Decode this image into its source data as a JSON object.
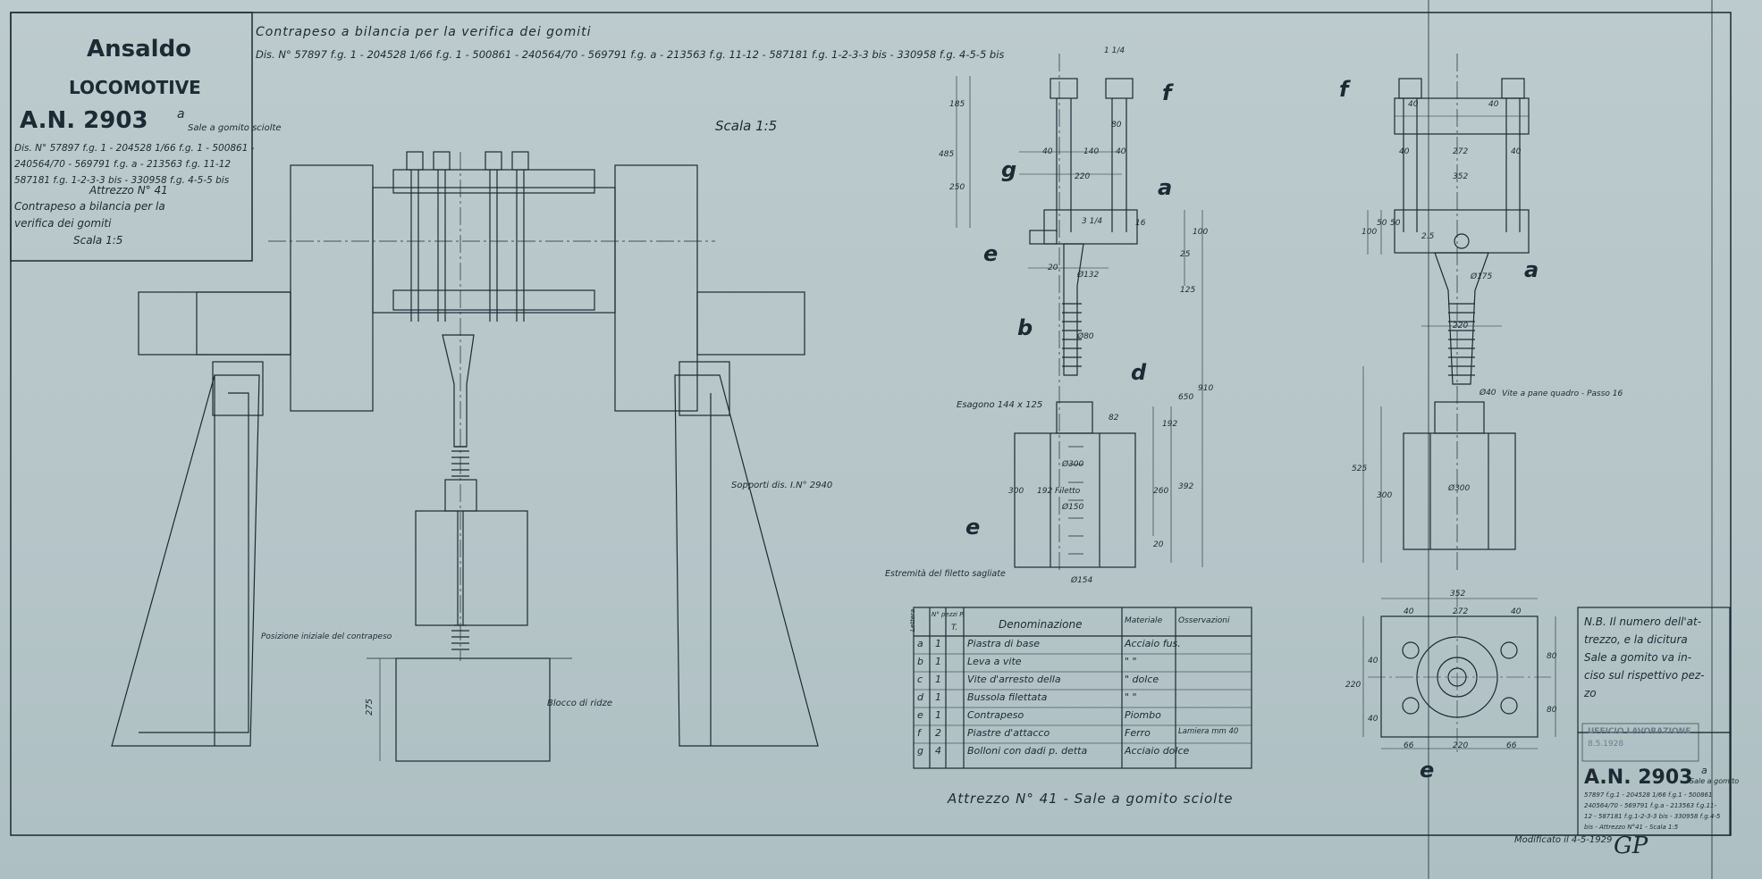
{
  "title_block": {
    "company": "Ansaldo",
    "product": "LOCOMOTIVE",
    "drawing_number": "A.N. 2903",
    "drawing_suffix": "a",
    "drawing_note": "Sale a gomito sciolte",
    "refs_line1": "Dis. N° 57897 f.g. 1 - 204528 1/66 f.g. 1 - 500861 -",
    "refs_line2": "240564/70 - 569791 f.g. a - 213563 f.g. 11-12",
    "refs_line3": "587181 f.g. 1-2-3-3 bis - 330958 f.g. 4-5-5 bis",
    "tool": "Attrezzo N° 41",
    "desc_line1": "Contrapeso a bilancia per la",
    "desc_line2": "verifica dei gomiti",
    "scale": "Scala 1:5"
  },
  "header": {
    "title": "Contrapeso a bilancia per la verifica dei gomiti",
    "refs": "Dis. N° 57897 f.g. 1 - 204528 1/66 f.g. 1 - 500861 - 240564/70 - 569791 f.g. a - 213563 f.g. 11-12 - 587181 f.g. 1-2-3-3 bis - 330958 f.g. 4-5-5 bis"
  },
  "main_scale": "Scala 1:5",
  "annotations": {
    "supports": "Sopporti dis. I.N° 2940",
    "initial_position": "Posizione iniziale del contrapeso",
    "block": "Blocco di ridze",
    "hexagon": "Esagono 144 x 125",
    "thread_end": "Estremità del filetto sagliate",
    "square_thread": "Vite a pane quadro - Passo 16",
    "dim_275": "275"
  },
  "side_view": {
    "labels": [
      "f",
      "g",
      "a",
      "e",
      "b",
      "d",
      "e"
    ],
    "dims": [
      "1 1/4",
      "185",
      "485",
      "250",
      "40",
      "140",
      "40",
      "220",
      "80",
      "3 1/4",
      "16",
      "25",
      "100",
      "20",
      "Ø132",
      "125",
      "Ø80",
      "910",
      "650",
      "82",
      "192",
      "392",
      "Ø300",
      "260",
      "300",
      "20",
      "Ø150",
      "Ø154",
      "192 Filetto"
    ]
  },
  "front_view": {
    "labels": [
      "f",
      "a",
      "e"
    ],
    "dims": [
      "40",
      "40",
      "40",
      "272",
      "40",
      "352",
      "100",
      "50",
      "50",
      "2.5",
      "Ø175",
      "220",
      "Ø40",
      "525",
      "300",
      "Ø300",
      "352",
      "40",
      "272",
      "40",
      "80",
      "220",
      "80",
      "40",
      "40",
      "66",
      "220",
      "66"
    ]
  },
  "parts_table": {
    "headers": [
      "Lettera",
      "N° pezzi P.",
      "T.",
      "Denominazione",
      "Materiale",
      "Osservazioni"
    ],
    "rows": [
      {
        "letter": "a",
        "p": "1",
        "t": "",
        "name": "Piastra di base",
        "material": "Acciaio fus.",
        "note": ""
      },
      {
        "letter": "b",
        "p": "1",
        "t": "",
        "name": "Leva a vite",
        "material": "\"  \"",
        "note": ""
      },
      {
        "letter": "c",
        "p": "1",
        "t": "",
        "name": "Vite d'arresto della",
        "material": "\"  dolce",
        "note": ""
      },
      {
        "letter": "d",
        "p": "1",
        "t": "",
        "name": "Bussola filettata",
        "material": "\"  \"",
        "note": ""
      },
      {
        "letter": "e",
        "p": "1",
        "t": "",
        "name": "Contrapeso",
        "material": "Piombo",
        "note": ""
      },
      {
        "letter": "f",
        "p": "2",
        "t": "",
        "name": "Piastre d'attacco",
        "material": "Ferro",
        "note": "Lamiera mm 40"
      },
      {
        "letter": "g",
        "p": "4",
        "t": "",
        "name": "Bolloni con dadi p. detta",
        "material": "Acciaio dolce",
        "note": ""
      }
    ]
  },
  "tool_caption": "Attrezzo N° 41 - Sale a gomito sciolte",
  "note_box": {
    "lines": [
      "N.B. Il numero dell'at-",
      "trezzo, e la dicitura",
      "Sale a gomito va in-",
      "ciso sul rispettivo pez-",
      "zo"
    ]
  },
  "stamp": {
    "office": "UFFICIO LAVORAZIONE",
    "date": "8.5.1928"
  },
  "bottom_block": {
    "number": "A.N. 2903",
    "suffix": "a",
    "note": "Sale a gomito",
    "line1": "57897 f.g.1 - 204528 1/66 f.g.1 - 500861",
    "line2": "240564/70 - 569791 f.g.a - 213563 f.g.11-",
    "line3": "12 - 587181 f.g.1-2-3-3 bis - 330958 f.g.4-5",
    "line4": "bis - Attrezzo N°41 - Scala 1:5"
  },
  "modified": "Modificato il 4-5-1929",
  "signature": "GP"
}
